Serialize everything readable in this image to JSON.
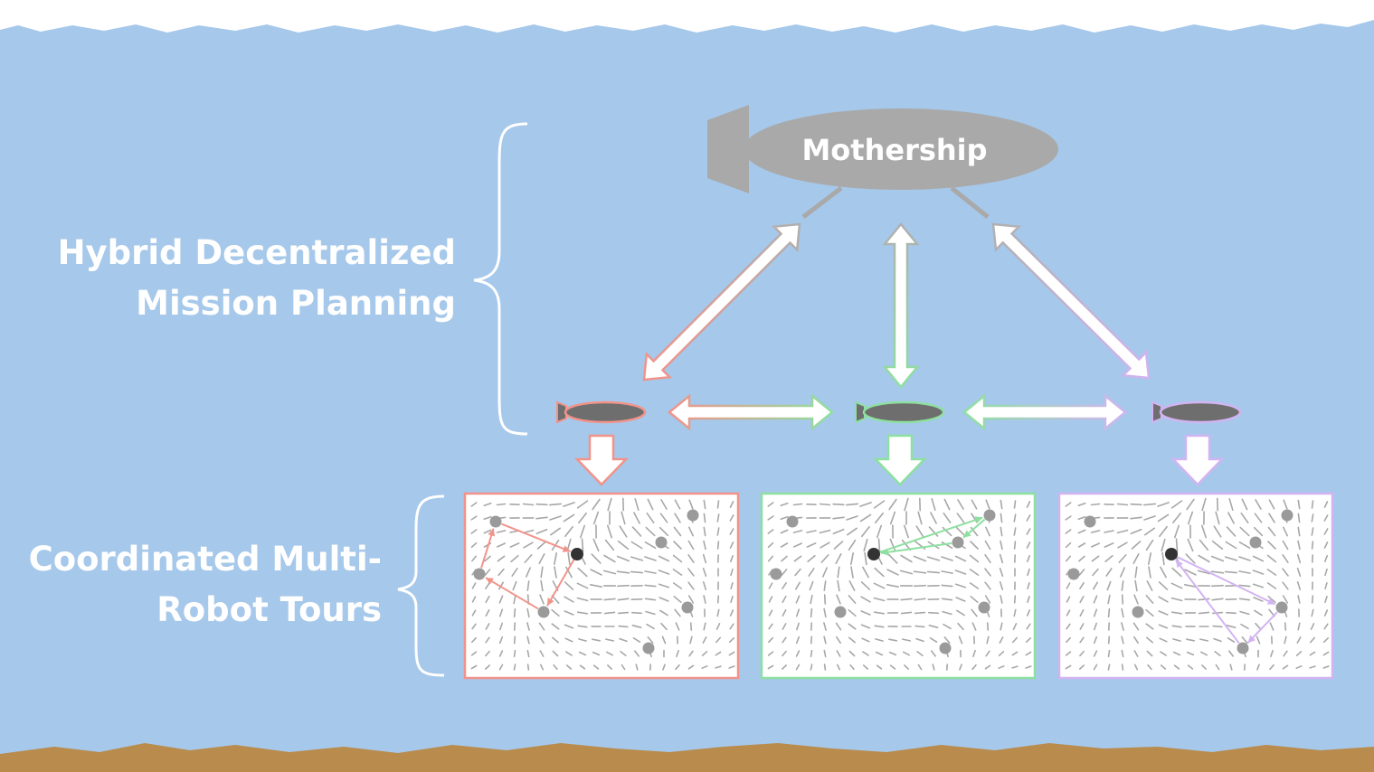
{
  "labels": {
    "planning": [
      "Hybrid Decentralized",
      "Mission Planning"
    ],
    "tours": [
      "Coordinated Multi-",
      "Robot Tours"
    ]
  },
  "mothership": {
    "label": "Mothership",
    "color": "#a9a9a9"
  },
  "colors": {
    "water": "#a6c8ea",
    "surface": "#ffffff",
    "seabed": "#b98b4c",
    "robot_red": "#f2938a",
    "robot_green": "#8ee0a0",
    "robot_purple": "#d2b4f2",
    "robot_body": "#6e6e6e",
    "node": "#9a9a9a",
    "depot": "#333333"
  },
  "robots": [
    {
      "name": "robot-red",
      "color": "#f2938a"
    },
    {
      "name": "robot-green",
      "color": "#8ee0a0"
    },
    {
      "name": "robot-purple",
      "color": "#d2b4f2"
    }
  ]
}
